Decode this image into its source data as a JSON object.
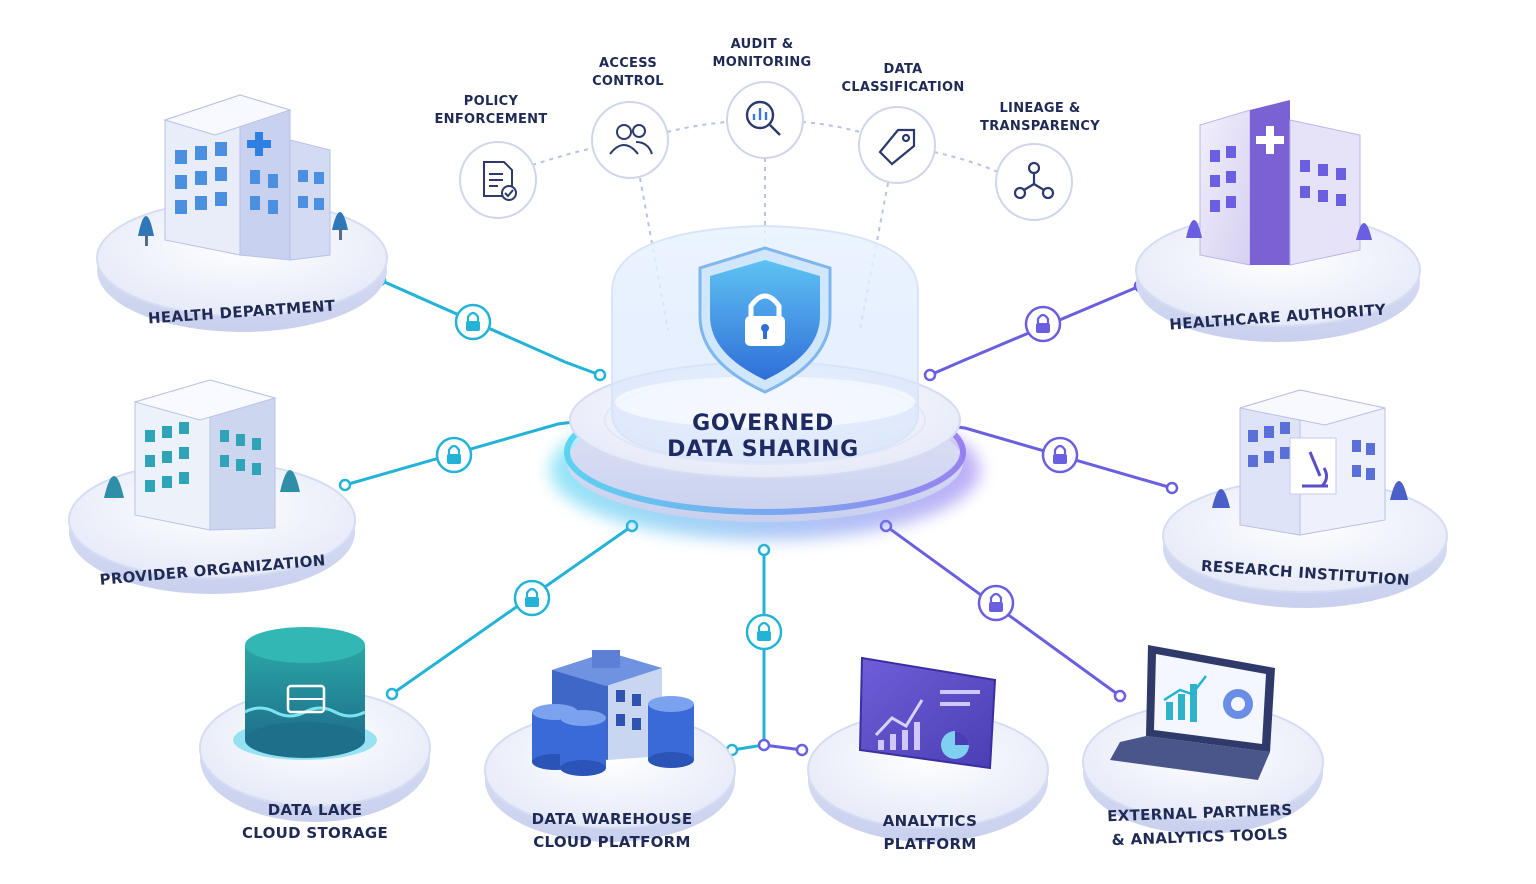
{
  "hub": {
    "line1": "GOVERNED",
    "line2": "DATA SHARING"
  },
  "capabilities": [
    {
      "line1": "POLICY",
      "line2": "ENFORCEMENT",
      "icon": "document-check-icon"
    },
    {
      "line1": "ACCESS",
      "line2": "CONTROL",
      "icon": "users-icon"
    },
    {
      "line1": "AUDIT &",
      "line2": "MONITORING",
      "icon": "magnifier-chart-icon"
    },
    {
      "line1": "DATA",
      "line2": "CLASSIFICATION",
      "icon": "tag-icon"
    },
    {
      "line1": "LINEAGE &",
      "line2": "TRANSPARENCY",
      "icon": "network-icon"
    }
  ],
  "nodes": {
    "health_department": {
      "line1": "HEALTH DEPARTMENT"
    },
    "healthcare_authority": {
      "line1": "HEALTHCARE AUTHORITY"
    },
    "provider_organization": {
      "line1": "PROVIDER ORGANIZATION"
    },
    "research_institution": {
      "line1": "RESEARCH INSTITUTION"
    },
    "data_lake": {
      "line1": "DATA LAKE",
      "line2": "CLOUD STORAGE"
    },
    "data_warehouse": {
      "line1": "DATA WAREHOUSE",
      "line2": "CLOUD PLATFORM"
    },
    "analytics_platform": {
      "line1": "ANALYTICS",
      "line2": "PLATFORM"
    },
    "external_partners": {
      "line1": "EXTERNAL PARTNERS",
      "line2": "& ANALYTICS TOOLS"
    }
  },
  "colors": {
    "teal": "#22b3d6",
    "purple": "#6a5fe0",
    "navy": "#1f2a55",
    "blue": "#3a78d8",
    "platform": "#eef1fb"
  }
}
